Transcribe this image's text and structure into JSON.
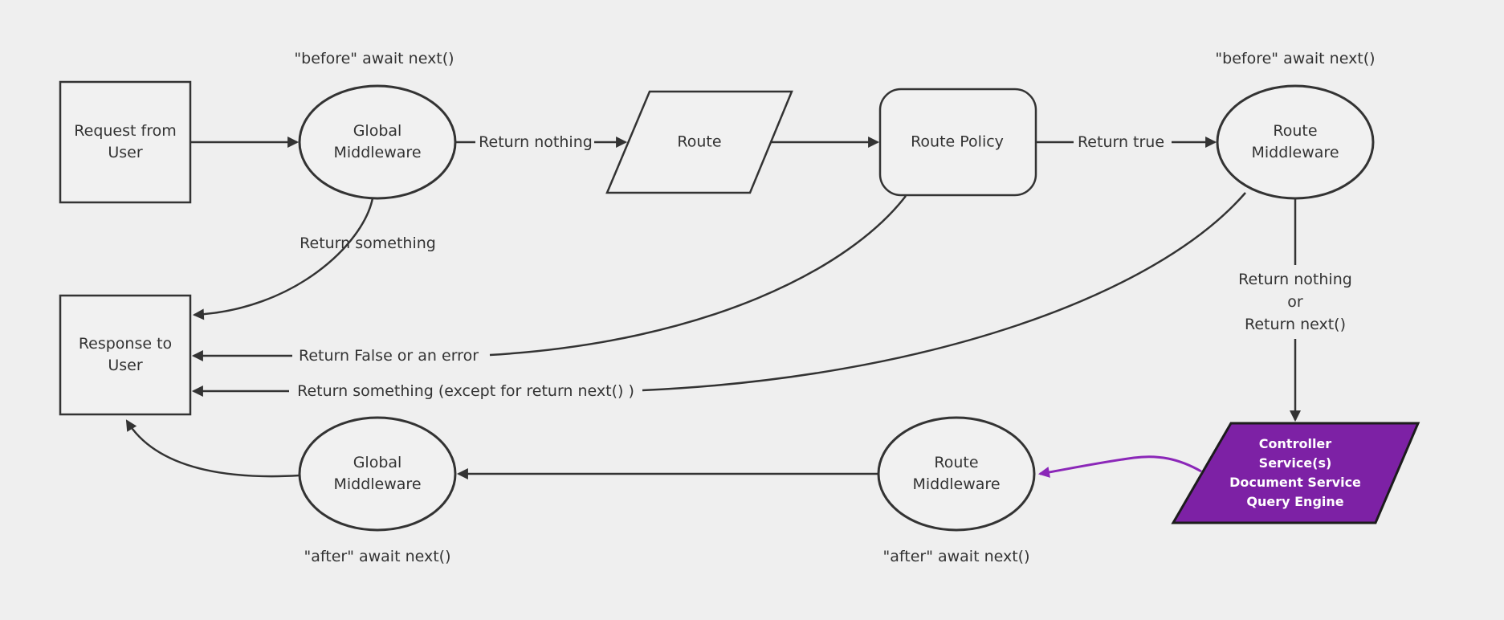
{
  "canvas": {
    "background": "#efefef",
    "line_color": "#333333",
    "node_fill": "#f1f1f1",
    "purple_fill": "#7d21a5",
    "purple_arrow_color": "#8b27b8",
    "purple_text_color": "#ffffff",
    "text_color": "#333333"
  },
  "nodes": {
    "request": {
      "label": "Request from\nUser"
    },
    "global_middleware_top": {
      "label": "Global\nMiddleware"
    },
    "route": {
      "label": "Route"
    },
    "route_policy": {
      "label": "Route Policy"
    },
    "route_middleware_top": {
      "label": "Route\nMiddleware"
    },
    "controller": {
      "label": "Controller\nService(s)\nDocument Service\nQuery Engine"
    },
    "route_middleware_bottom": {
      "label": "Route\nMiddleware"
    },
    "global_middleware_bottom": {
      "label": "Global\nMiddleware"
    },
    "response": {
      "label": "Response to\nUser"
    }
  },
  "edge_labels": {
    "before_top_left": "\"before\" await next()",
    "before_top_right": "\"before\" await next()",
    "return_nothing": "Return nothing",
    "return_true": "Return true",
    "return_something": "Return something",
    "return_false": "Return False or an error",
    "return_something_except": "Return something (except for return next() )",
    "return_nothing_or_next": "Return nothing\nor\nReturn next()",
    "after_bottom_left": "\"after\" await next()",
    "after_bottom_right": "\"after\" await next()"
  }
}
